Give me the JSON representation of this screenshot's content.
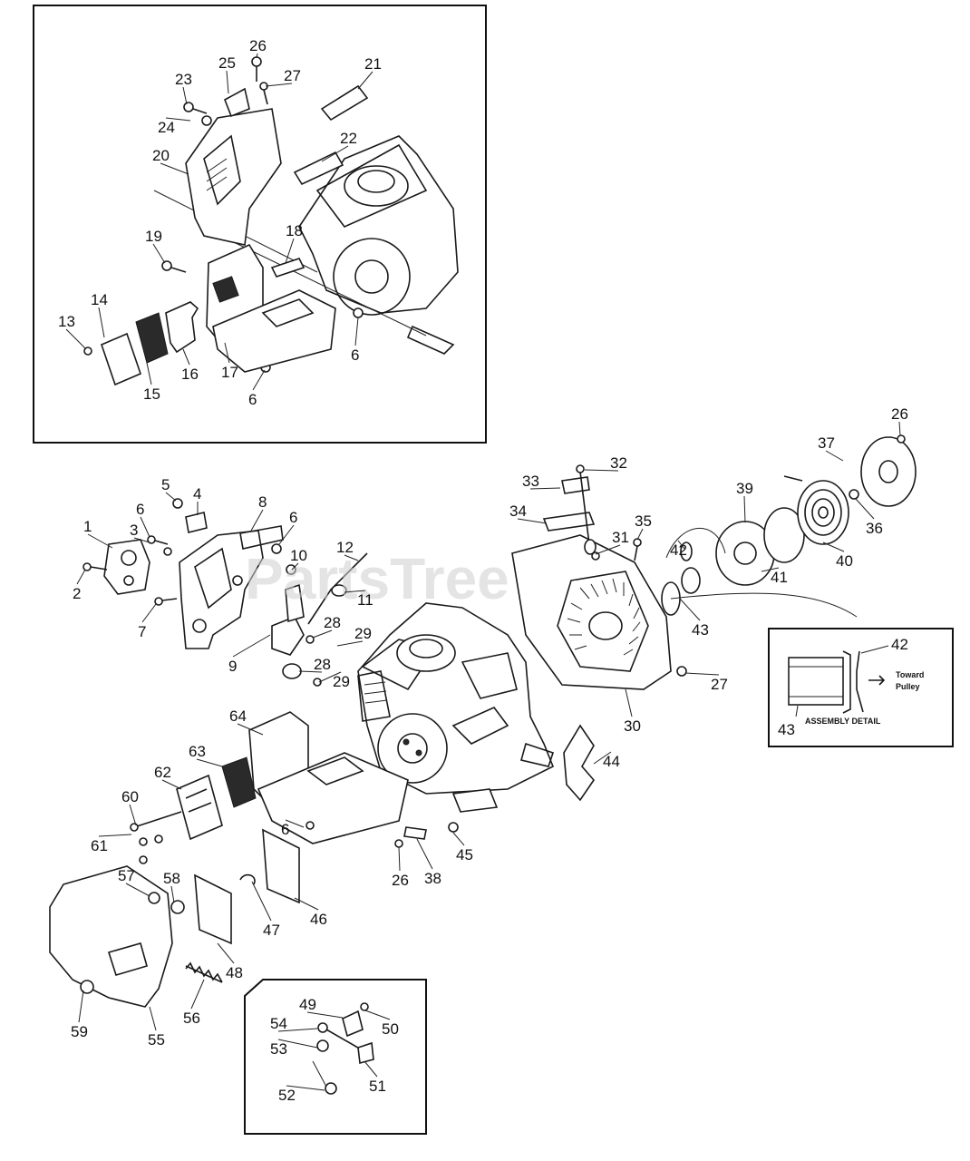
{
  "watermark": "PartsTree",
  "inset_note": {
    "label_42": "42",
    "label_43": "43",
    "arrow_text_line1": "Toward",
    "arrow_text_line2": "Pulley",
    "caption": "ASSEMBLY DETAIL"
  },
  "callouts": [
    "1",
    "2",
    "3",
    "4",
    "5",
    "6",
    "7",
    "8",
    "9",
    "10",
    "11",
    "12",
    "13",
    "14",
    "15",
    "16",
    "17",
    "18",
    "19",
    "20",
    "21",
    "22",
    "23",
    "24",
    "25",
    "26",
    "27",
    "28",
    "29",
    "30",
    "31",
    "32",
    "33",
    "34",
    "35",
    "36",
    "37",
    "38",
    "39",
    "40",
    "41",
    "42",
    "43",
    "44",
    "45",
    "46",
    "47",
    "48",
    "49",
    "50",
    "51",
    "52",
    "53",
    "54",
    "55",
    "56",
    "57",
    "58",
    "59",
    "60",
    "61",
    "62",
    "63",
    "64"
  ]
}
